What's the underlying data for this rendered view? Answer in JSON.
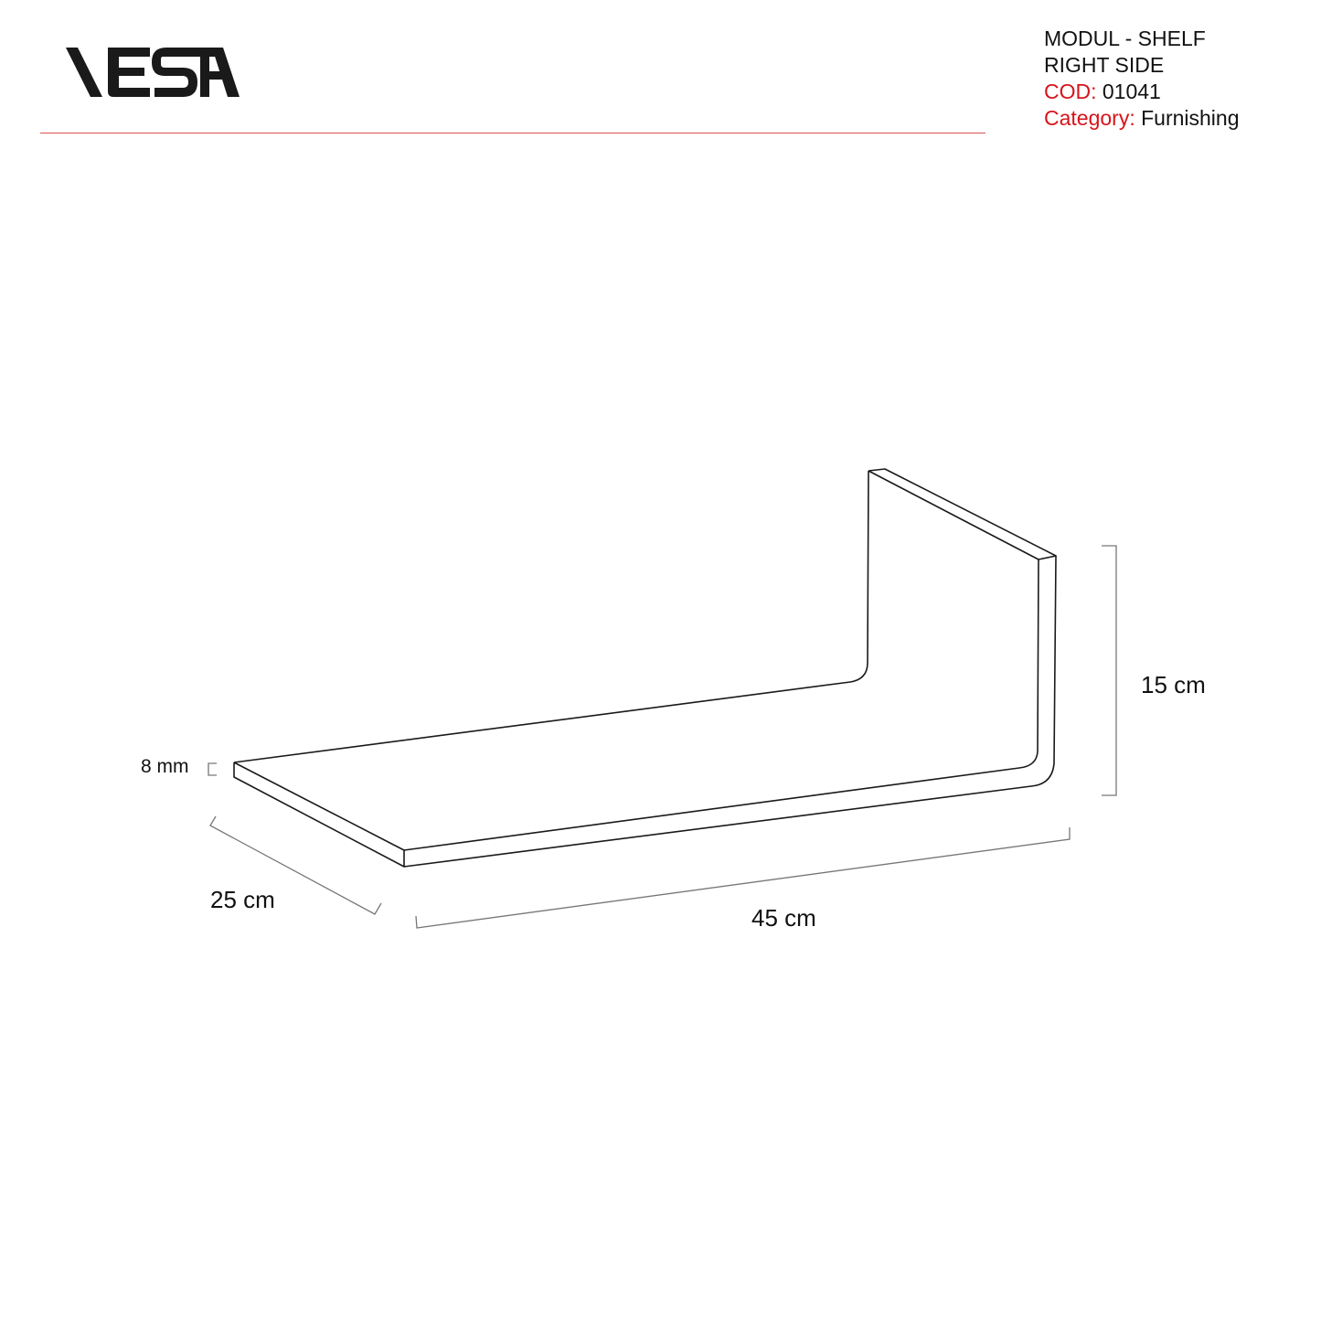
{
  "brand": {
    "name": "VESTA",
    "logo_icon": "vesta-logo",
    "accent_color": "#d7141a",
    "rule_color": "#d9534f"
  },
  "product_info": {
    "title_line1": "MODUL - SHELF",
    "title_line2": "RIGHT SIDE",
    "code_label": "COD:",
    "code_value": "01041",
    "category_label": "Category:",
    "category_value": "Furnishing"
  },
  "dimensions": {
    "thickness": "8 mm",
    "depth": "25 cm",
    "width": "45 cm",
    "height": "15 cm"
  }
}
